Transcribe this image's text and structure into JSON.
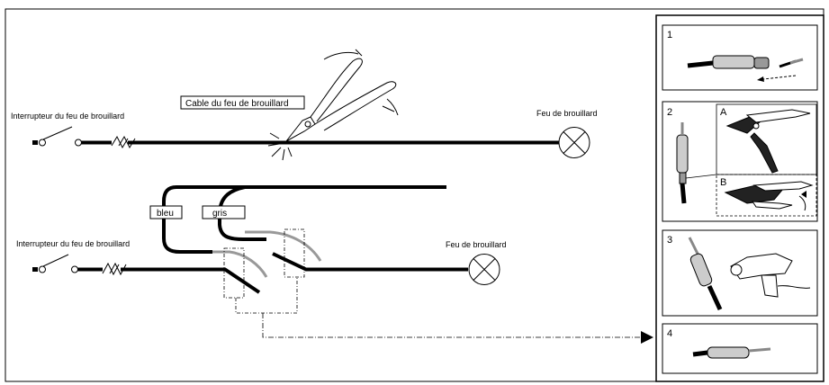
{
  "labels": {
    "switch_top": "Interrupteur du feu de brouillard",
    "switch_bottom": "Interrupteur du feu de brouillard",
    "lamp_top": "Feu de brouillard",
    "lamp_bottom": "Feu de brouillard",
    "cable": "Cable du feu de brouillard",
    "wire_blue": "bleu",
    "wire_grey": "gris"
  },
  "steps": [
    {
      "number": "1"
    },
    {
      "number": "2",
      "sub_a": "A",
      "sub_b": "B"
    },
    {
      "number": "3"
    },
    {
      "number": "4"
    }
  ],
  "icons": [
    "pliers-icon",
    "lamp-icon",
    "switch-icon",
    "crimp-tool-icon",
    "heat-gun-icon",
    "connector-icon"
  ]
}
